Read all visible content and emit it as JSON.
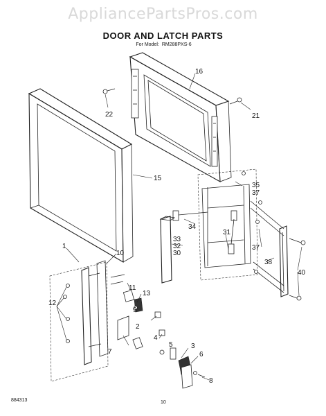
{
  "watermark": "AppliancePartsPros.com",
  "title": "DOOR AND LATCH PARTS",
  "model": {
    "prefix": "For Model:",
    "number": "RM288PXS-6"
  },
  "callouts": {
    "c1": "1",
    "c2": "2",
    "c3": "3",
    "c4": "4",
    "c5": "5",
    "c6": "6",
    "c7": "7",
    "c8": "8",
    "c9": "9",
    "c10": "10",
    "c11": "11",
    "c12": "12",
    "c13": "13",
    "c15": "15",
    "c16": "16",
    "c21": "21",
    "c22": "22",
    "c30": "30",
    "c31": "31",
    "c32": "32",
    "c33": "33",
    "c34": "34",
    "c35": "35",
    "c37a": "37",
    "c37b": "37",
    "c38": "38",
    "c40": "40"
  },
  "footer": {
    "code": "884313",
    "page": "10"
  }
}
